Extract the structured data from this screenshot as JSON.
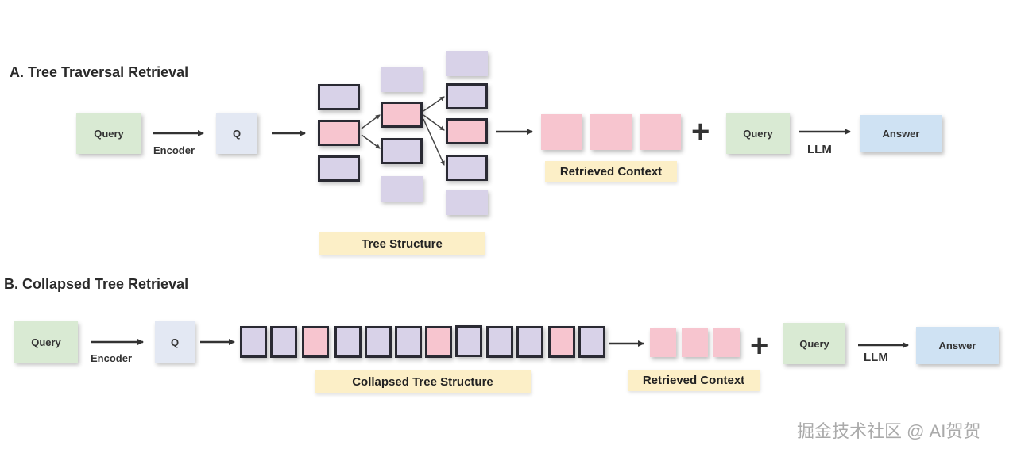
{
  "section_a": {
    "title": "A. Tree Traversal Retrieval",
    "query": "Query",
    "encoder": "Encoder",
    "q": "Q",
    "tree_label": "Tree Structure",
    "context_label": "Retrieved Context",
    "query2": "Query",
    "llm": "LLM",
    "answer": "Answer"
  },
  "section_b": {
    "title": "B. Collapsed Tree Retrieval",
    "query": "Query",
    "encoder": "Encoder",
    "q": "Q",
    "tree_label": "Collapsed Tree Structure",
    "context_label": "Retrieved Context",
    "query2": "Query",
    "llm": "LLM",
    "answer": "Answer"
  },
  "watermark": "掘金技术社区 @ AI贺贺",
  "colors": {
    "query": "#d9ead3",
    "q": "#e3e8f3",
    "answer": "#cfe2f3",
    "node": "#d8d2e8",
    "retrieved": "#f7c5cf",
    "label_bg": "#fcefc7"
  }
}
